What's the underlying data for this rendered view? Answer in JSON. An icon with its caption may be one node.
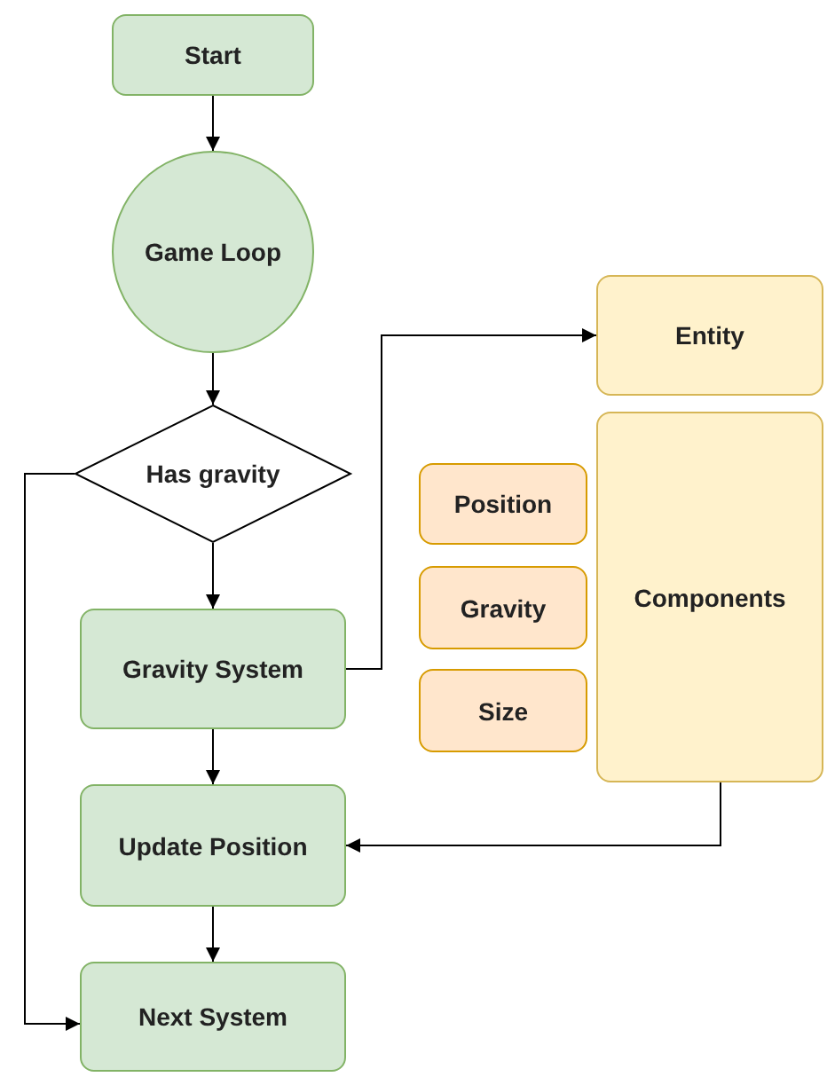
{
  "diagram": {
    "nodes": [
      {
        "text": [
          "Start"
        ]
      },
      {
        "text": [
          "Game Loop"
        ]
      },
      {
        "text": [
          "Has gravity"
        ]
      },
      {
        "text": [
          "Gravity System"
        ]
      },
      {
        "text": [
          "Update Position"
        ]
      },
      {
        "text": [
          "Next System"
        ]
      },
      {
        "text": [
          "Entity"
        ]
      },
      {
        "text": [
          "Components"
        ]
      },
      {
        "text": [
          "Position"
        ]
      },
      {
        "text": [
          "Gravity"
        ]
      },
      {
        "text": [
          "Size"
        ]
      }
    ],
    "edges": [
      {
        "from": 0,
        "to": 1,
        "arrow": "to"
      },
      {
        "from": 1,
        "to": 2,
        "arrow": "to"
      },
      {
        "from": 2,
        "to": 3,
        "arrow": "to"
      },
      {
        "from": 3,
        "to": 4,
        "arrow": "to"
      },
      {
        "from": 4,
        "to": 5,
        "arrow": "to"
      },
      {
        "from": 2,
        "to": 5,
        "arrow": "to"
      },
      {
        "from": 3,
        "to": 6,
        "arrow": "to"
      },
      {
        "from": 7,
        "to": 4,
        "arrow": "to"
      }
    ]
  }
}
